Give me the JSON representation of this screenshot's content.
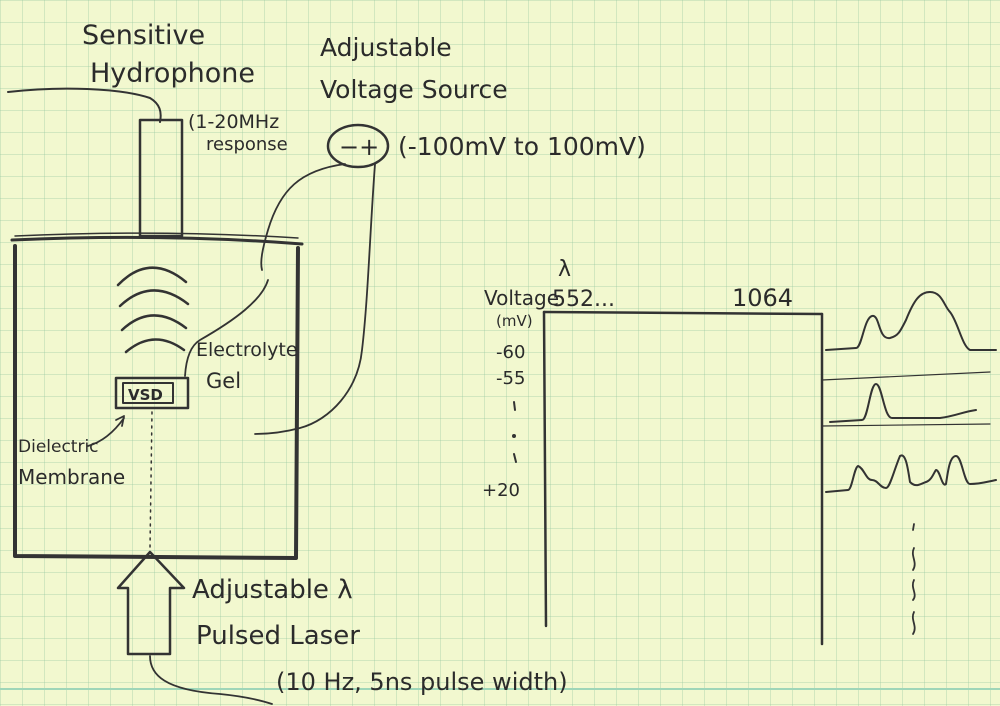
{
  "hydrophone": {
    "title_line1": "Sensitive",
    "title_line2": "Hydrophone",
    "spec_line1": "(1-20MHz",
    "spec_line2": "response"
  },
  "voltage_source": {
    "title_line1": "Adjustable",
    "title_line2": "Voltage Source",
    "symbol": "−+",
    "range": "(-100mV to 100mV)"
  },
  "tank": {
    "electrolyte_line1": "Electrolyte",
    "electrolyte_line2": "Gel",
    "vsd": "VSD",
    "membrane_line1": "Dielectric",
    "membrane_line2": "Membrane"
  },
  "laser": {
    "title_line1": "Adjustable λ",
    "title_line2": "Pulsed Laser",
    "spec": "(10 Hz, 5ns pulse width)"
  },
  "grid_chart": {
    "lambda_symbol": "λ",
    "voltage_label": "Voltage",
    "unit_label": "(mV)",
    "lambda_start": "552...",
    "lambda_end": "1064",
    "voltage_ticks": [
      "-60",
      "-55",
      "+20"
    ]
  },
  "colors": {
    "paper": "#f2f8cf",
    "grid": "#96c8a0",
    "ink": "#333333"
  }
}
